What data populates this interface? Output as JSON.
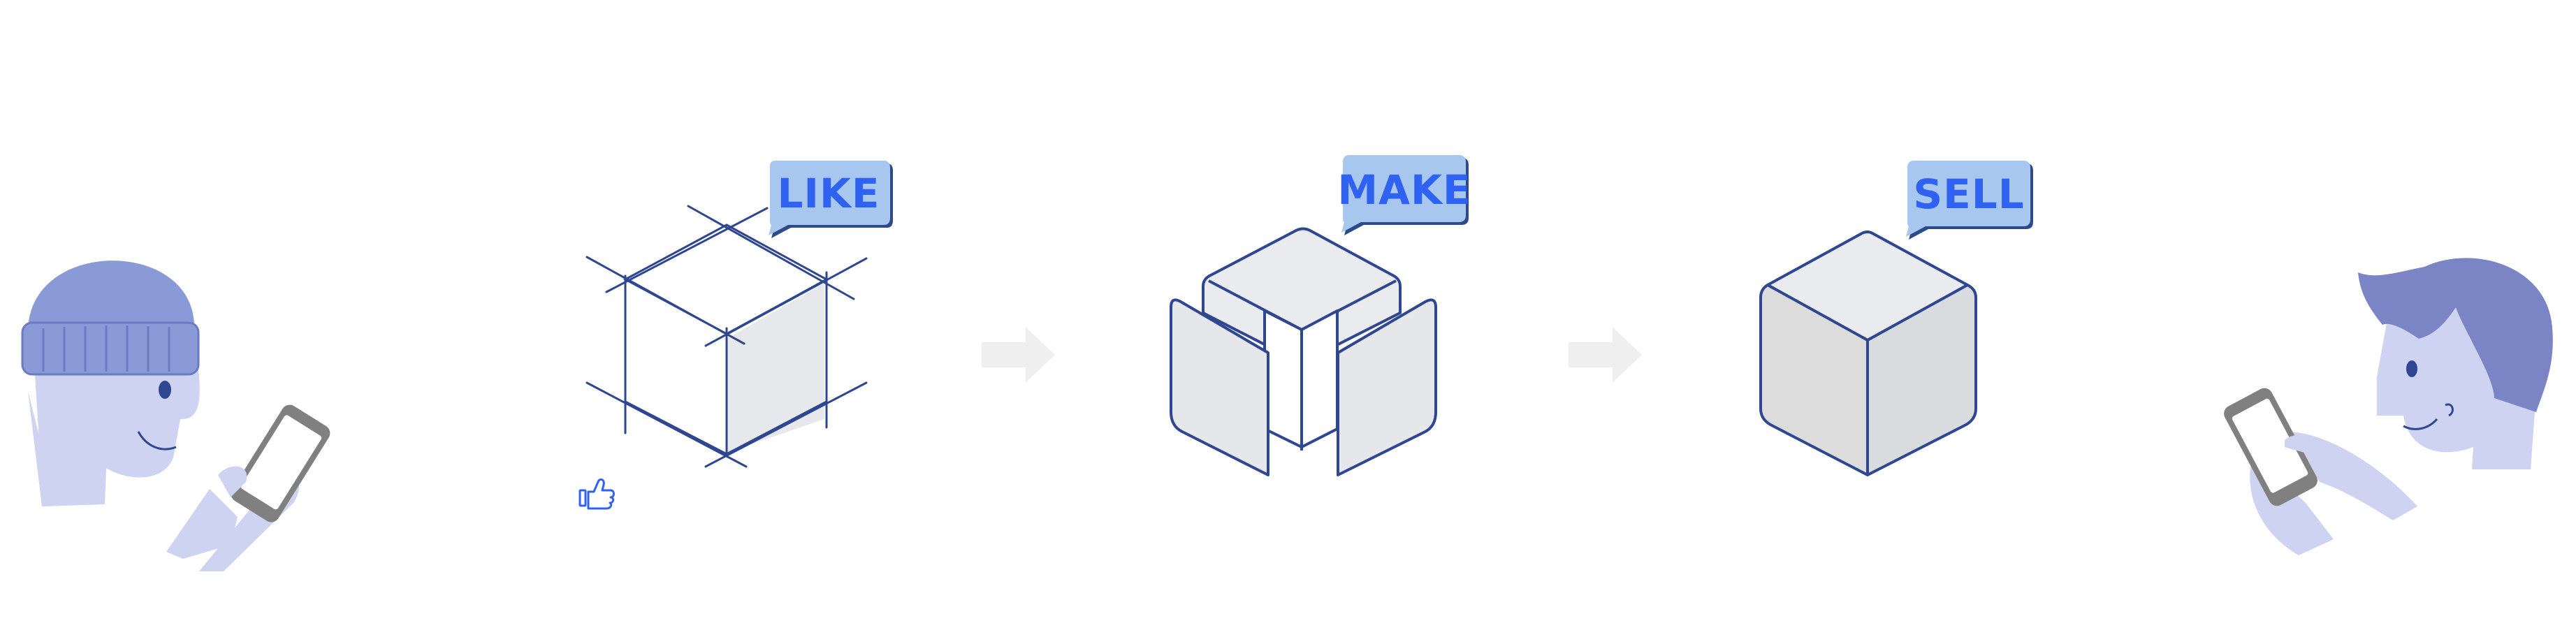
{
  "steps": [
    {
      "id": "like",
      "label": "LIKE",
      "icon": "sketch-cube-icon"
    },
    {
      "id": "make",
      "label": "MAKE",
      "icon": "exploded-cube-icon"
    },
    {
      "id": "sell",
      "label": "SELL",
      "icon": "solid-cube-icon"
    }
  ],
  "people": [
    {
      "id": "left",
      "icon": "person-with-beanie-using-phone-icon"
    },
    {
      "id": "right",
      "icon": "person-using-phone-icon"
    }
  ],
  "extras": {
    "thumbs_icon": "thumbs-up-icon",
    "arrow_icon": "right-arrow-icon"
  },
  "colors": {
    "stroke": "#2f4690",
    "bubble_fill": "#a7c7ee",
    "bubble_shadow": "#2d4a8a",
    "bubble_text": "#2f62f0",
    "face_fill": "#cdd3f0",
    "hat_fill": "#8a9ad7",
    "hair_fill": "#7b84c4",
    "phone_fill": "#808080",
    "cube_top": "#eaebee",
    "cube_left": "#dcdcdd",
    "cube_right": "#d9dcdf",
    "arrow_fill": "#efefef"
  }
}
